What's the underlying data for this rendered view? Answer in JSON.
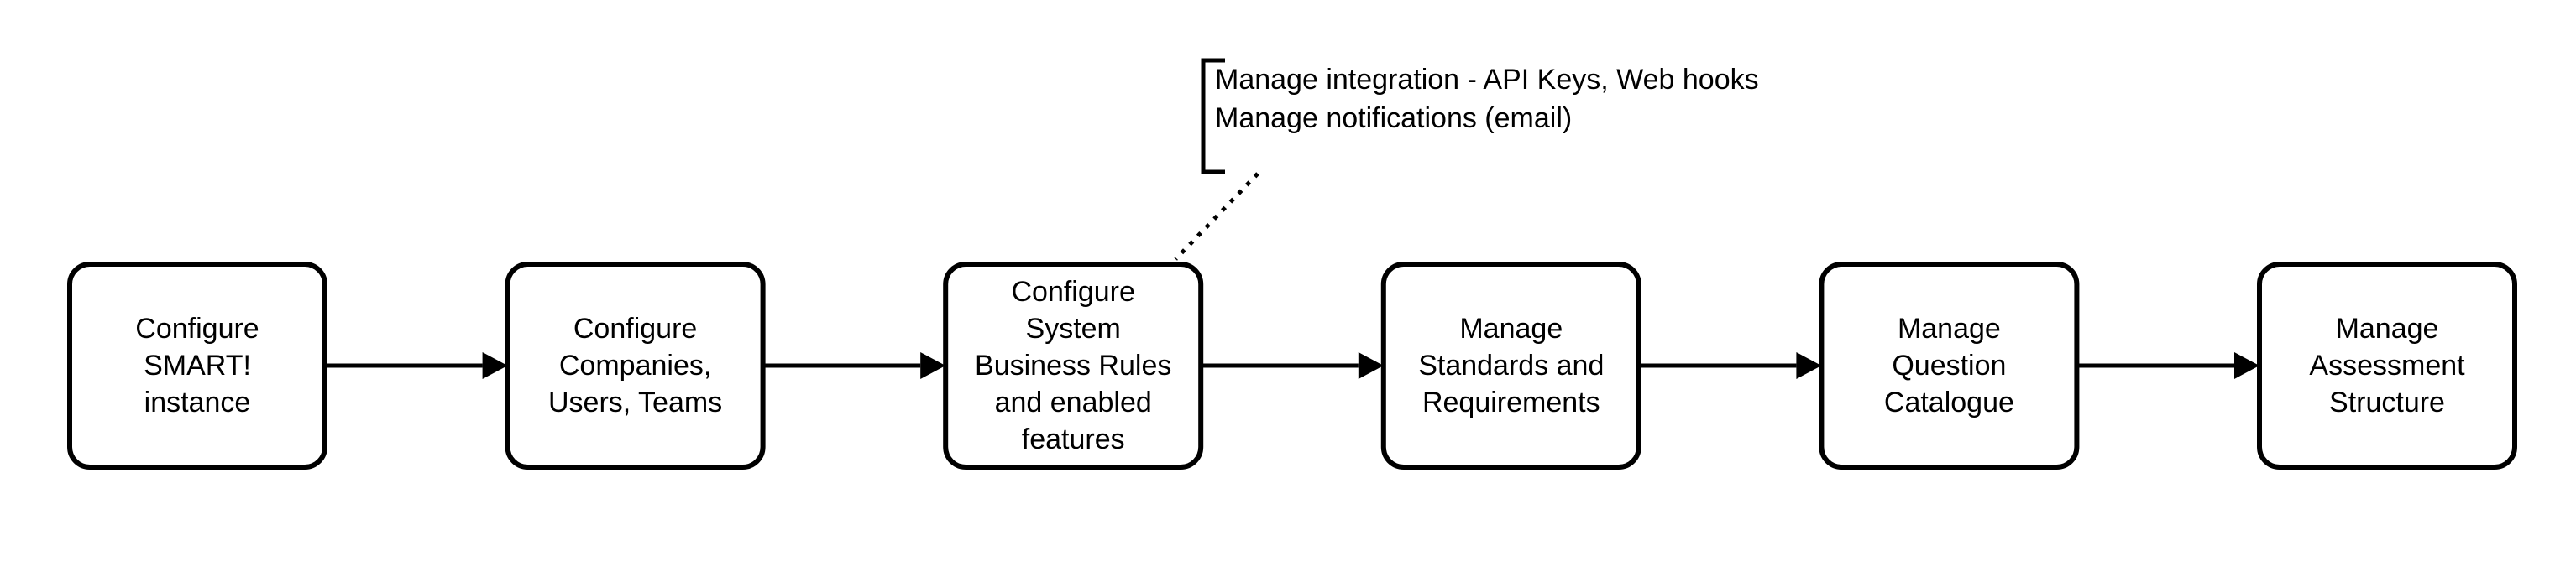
{
  "nodes": [
    {
      "id": "configure-smart-instance",
      "lines": [
        "Configure",
        "SMART!",
        "instance"
      ]
    },
    {
      "id": "configure-companies-users-teams",
      "lines": [
        "Configure",
        "Companies,",
        "Users, Teams"
      ]
    },
    {
      "id": "configure-system-business-rules",
      "lines": [
        "Configure",
        "System",
        "Business Rules",
        "and enabled",
        "features"
      ]
    },
    {
      "id": "manage-standards-requirements",
      "lines": [
        "Manage",
        "Standards and",
        "Requirements"
      ]
    },
    {
      "id": "manage-question-catalogue",
      "lines": [
        "Manage",
        "Question",
        "Catalogue"
      ]
    },
    {
      "id": "manage-assessment-structure",
      "lines": [
        "Manage",
        "Assessment",
        "Structure"
      ]
    }
  ],
  "edges": [
    {
      "from": "configure-smart-instance",
      "to": "configure-companies-users-teams"
    },
    {
      "from": "configure-companies-users-teams",
      "to": "configure-system-business-rules"
    },
    {
      "from": "configure-system-business-rules",
      "to": "manage-standards-requirements"
    },
    {
      "from": "manage-standards-requirements",
      "to": "manage-question-catalogue"
    },
    {
      "from": "manage-question-catalogue",
      "to": "manage-assessment-structure"
    }
  ],
  "annotation": {
    "attached_to": "configure-system-business-rules",
    "lines": [
      "Manage integration - API Keys, Web hooks",
      "Manage notifications (email)"
    ]
  },
  "colors": {
    "stroke": "#000000",
    "fill": "#ffffff",
    "text": "#000000"
  }
}
